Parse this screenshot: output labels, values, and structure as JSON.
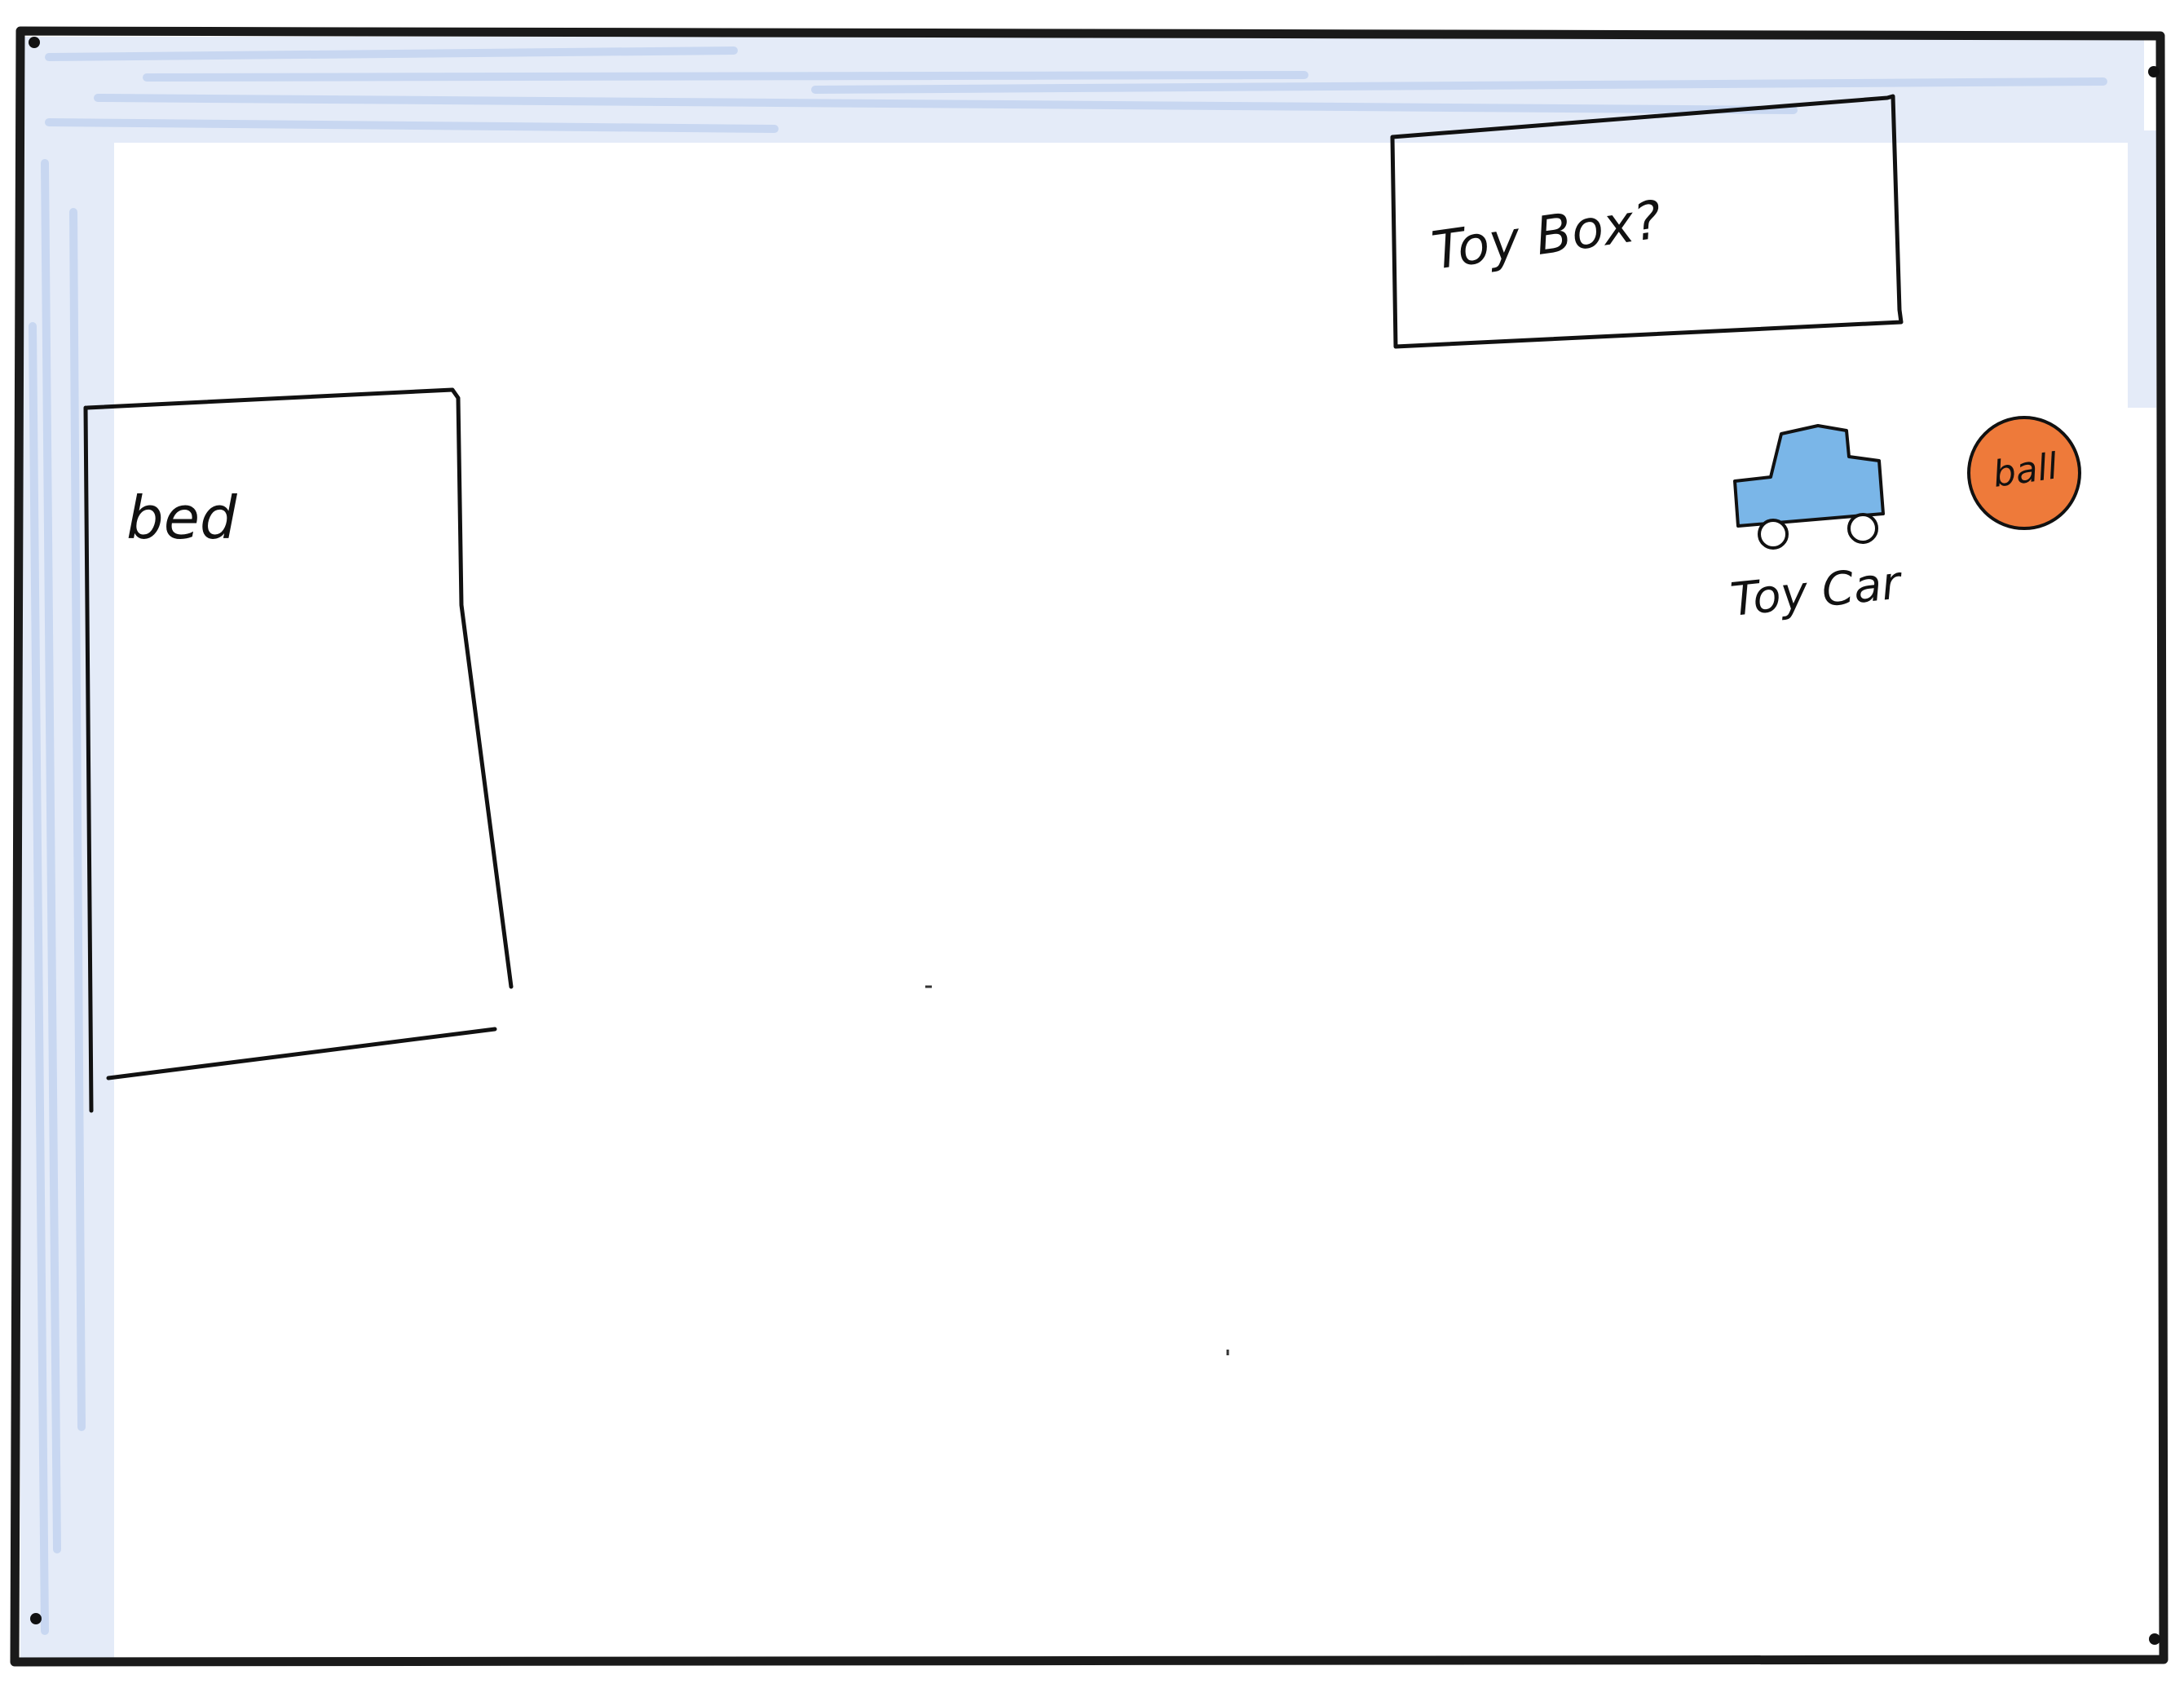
{
  "room_sketch": {
    "labels": {
      "bed": "bed",
      "toy_box": "Toy Box?",
      "toy_car": "Toy Car",
      "ball": "ball"
    },
    "colors": {
      "paper": "#ffffff",
      "frame": "#1a1a1a",
      "wall_crayon": "#9cb8e6",
      "car_fill": "#7ab6e8",
      "ball_fill": "#ee7a3a",
      "ink": "#111111"
    }
  }
}
